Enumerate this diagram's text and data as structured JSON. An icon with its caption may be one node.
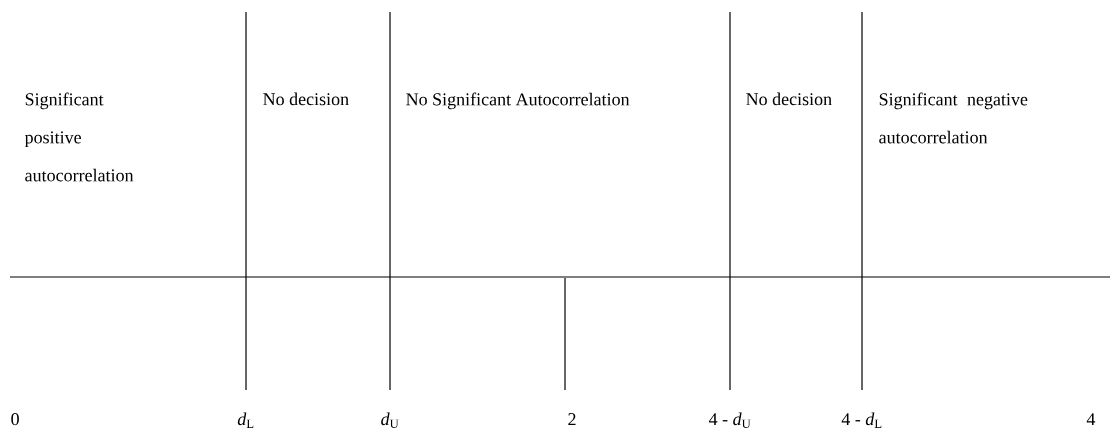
{
  "diagram": {
    "labels": [
      "Significant positive autocorrelation",
      "No decision",
      "No Significant Autocorrelation",
      "No decision",
      "Significant negative autocorrelation",
      "0",
      "*d*$_{L}$",
      "*d*$_{U}$",
      "2",
      "4 - *d*$_{U}$",
      "4 - *d*$_{L}$",
      "4"
    ]
  }
}
